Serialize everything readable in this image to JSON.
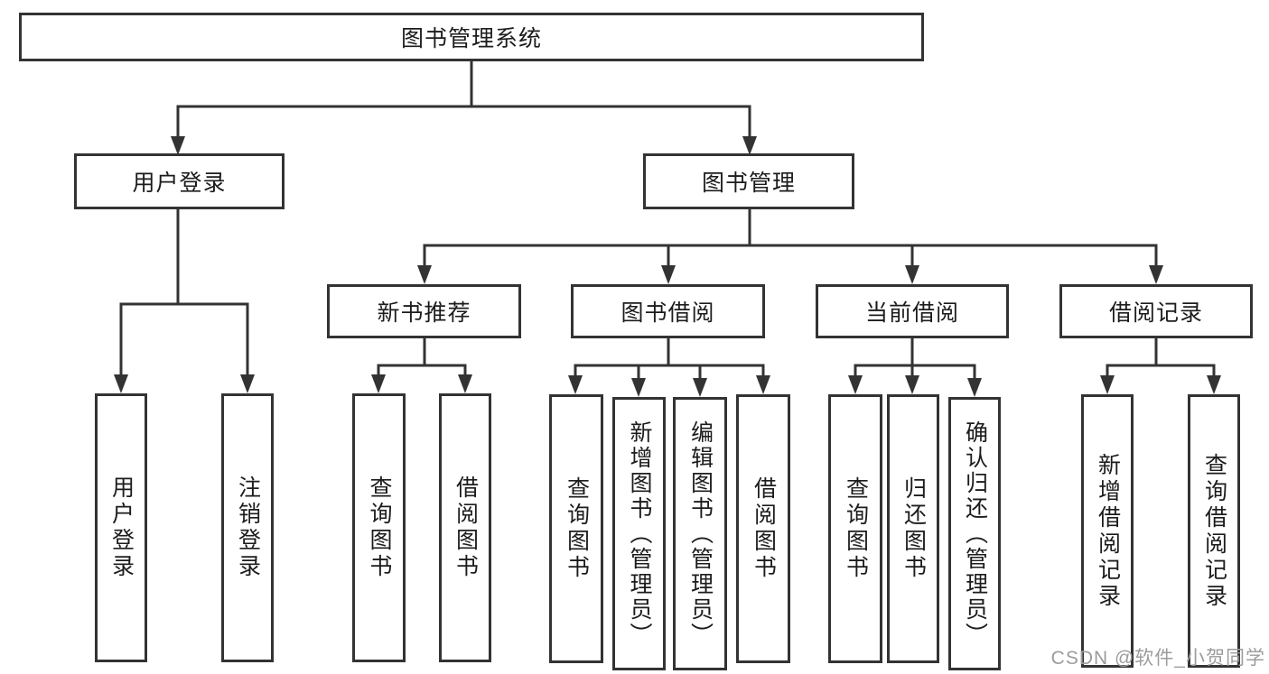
{
  "diagram": {
    "root": {
      "label": "图书管理系统"
    },
    "level2": {
      "user_login": {
        "label": "用户登录"
      },
      "book_management": {
        "label": "图书管理"
      }
    },
    "level3": {
      "new_book_recommend": {
        "label": "新书推荐"
      },
      "book_borrow": {
        "label": "图书借阅"
      },
      "current_borrow": {
        "label": "当前借阅"
      },
      "borrow_records": {
        "label": "借阅记录"
      }
    },
    "leaves": {
      "user_login": {
        "label": "用户登录"
      },
      "logout": {
        "label": "注销登录"
      },
      "recommend_query_book": {
        "label": "查询图书"
      },
      "recommend_borrow_book": {
        "label": "借阅图书"
      },
      "borrow_query_book": {
        "label": "查询图书"
      },
      "add_book_admin": {
        "label": "新增图书（管理员）"
      },
      "edit_book_admin": {
        "label": "编辑图书（管理员）"
      },
      "borrow_borrow_book": {
        "label": "借阅图书"
      },
      "current_query_book": {
        "label": "查询图书"
      },
      "return_book": {
        "label": "归还图书"
      },
      "confirm_return_admin": {
        "label": "确认归还（管理员）"
      },
      "add_borrow_record": {
        "label": "新增借阅记录"
      },
      "query_borrow_record": {
        "label": "查询借阅记录"
      }
    }
  },
  "watermark": {
    "text": "CSDN @软件_小贺同学"
  },
  "colors": {
    "line": "#333333",
    "text": "#1c1c1c",
    "watermark": "#9c9c9c",
    "background": "#ffffff"
  }
}
